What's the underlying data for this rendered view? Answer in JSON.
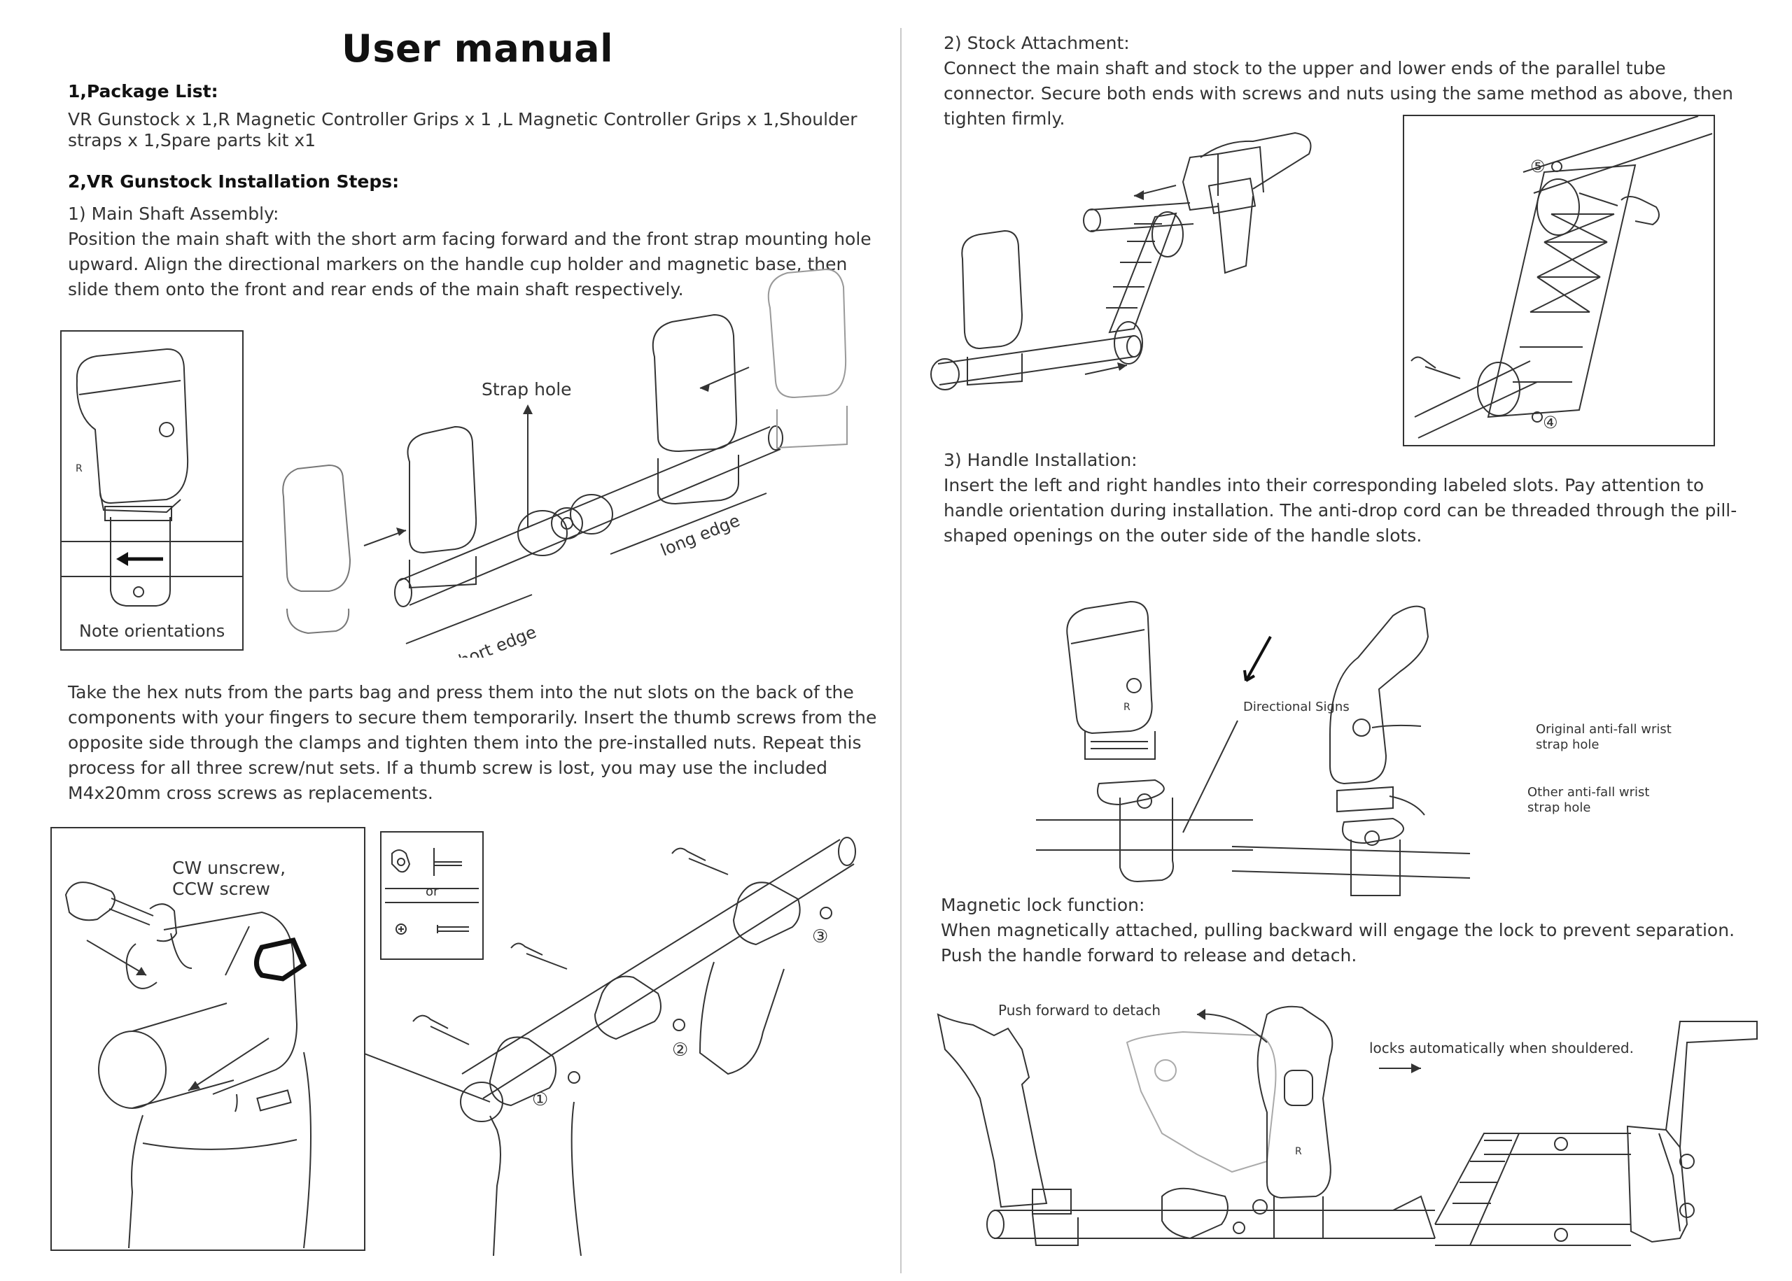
{
  "left": {
    "title": "User manual",
    "package_heading": "1,Package List:",
    "package_text": "VR Gunstock x 1,R Magnetic Controller Grips x 1 ,L Magnetic Controller Grips x 1,Shoulder straps x 1,Spare parts kit x1",
    "install_heading": "2,VR Gunstock Installation Steps:",
    "step1_heading": "1) Main Shaft Assembly:",
    "step1_text": "Position the main shaft with the short arm facing forward and the front strap mounting hole upward. Align the directional markers on the handle cup holder and magnetic base, then slide them onto the front and rear ends of the main shaft respectively.",
    "note_label": "Note orientations",
    "strap_hole_label": "Strap hole",
    "long_edge_label": "long edge",
    "short_edge_label": "short edge",
    "nuts_text": "Take the hex nuts from the parts bag and press them into the nut slots on the back of the components with your fingers to secure them temporarily. Insert the thumb screws from the opposite side through the clamps and tighten them into the pre-installed nuts. Repeat this process for all three screw/nut sets. If a thumb screw is lost, you may use the included M4x20mm cross screws as replacements.",
    "cw_label": "CW unscrew,",
    "ccw_label": "CCW screw",
    "or_label": "or",
    "num1": "①",
    "num2": "②",
    "num3": "③"
  },
  "right": {
    "step2_heading": "2) Stock Attachment:",
    "step2_text": "Connect the main shaft and stock to the upper and lower ends of the parallel tube connector. Secure both ends with screws and nuts using the same method as above, then tighten firmly.",
    "num4": "④",
    "num5": "⑤",
    "step3_heading": "3) Handle Installation:",
    "step3_text": "Insert the left and right handles into their corresponding labeled slots. Pay attention to handle orientation during installation. The anti-drop cord can be threaded through the pill-shaped openings on the outer side of the handle slots.",
    "directional_label": "Directional Signs",
    "original_strap_label_1": "Original anti-fall wrist",
    "original_strap_label_2": "strap hole",
    "other_strap_label_1": "Other anti-fall wrist",
    "other_strap_label_2": "strap hole",
    "lock_heading": "Magnetic lock function:",
    "lock_text_1": "When magnetically attached, pulling backward will engage the lock to prevent separation.",
    "lock_text_2": "Push the handle forward to release and detach.",
    "push_label": "Push forward to detach",
    "locks_label": "locks automatically when shouldered."
  }
}
